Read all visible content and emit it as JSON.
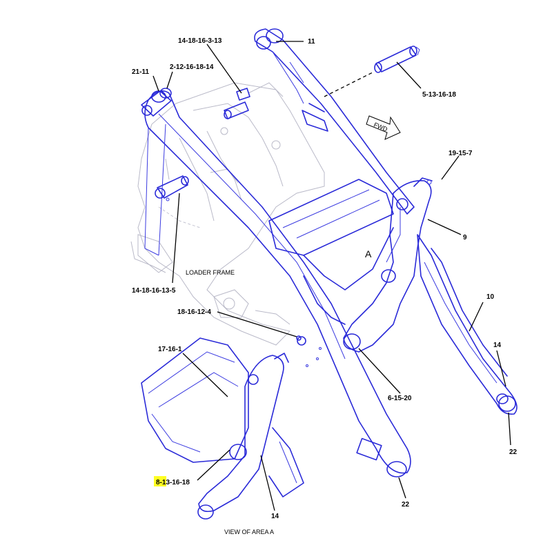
{
  "labels": {
    "l_21_11": "21-11",
    "l_2_12_16_18_14": "2-12-16-18-14",
    "l_14_18_16_3_13": "14-18-16-3-13",
    "l_11": "11",
    "l_5_13_16_18": "5-13-16-18",
    "l_19_15_7": "19-15-7",
    "l_9": "9",
    "l_10": "10",
    "l_14_right": "14",
    "l_22_right": "22",
    "l_6_15_20": "6-15-20",
    "l_22_bottom": "22",
    "l_14_18_16_13_5": "14-18-16-13-5",
    "l_18_16_12_4": "18-16-12-4",
    "l_17_16_1": "17-16-1",
    "l_8_13_16_18": "8-13-16-18",
    "l_14_bottom": "14",
    "area_a": "A"
  },
  "captions": {
    "loader_frame": "LOADER FRAME",
    "view_of_area_a": "VIEW OF AREA A"
  },
  "fwd_indicator": "FWD",
  "colors": {
    "part_line": "#2a2ad8",
    "frame_line": "#b9b9c8",
    "highlight": "#ffff22"
  }
}
